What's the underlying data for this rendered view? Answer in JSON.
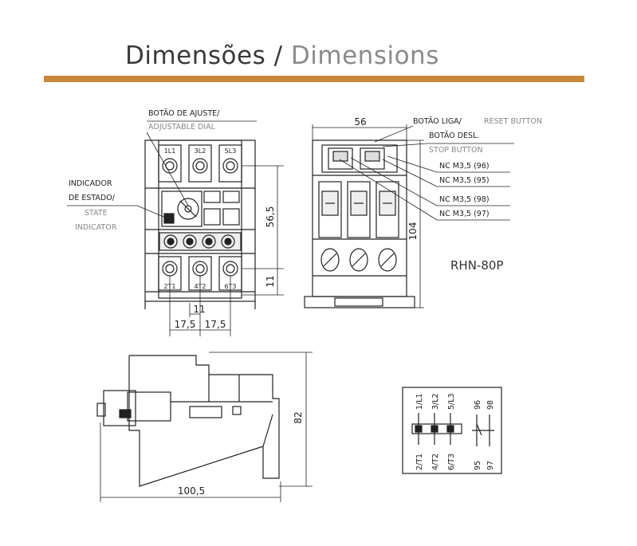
{
  "title": {
    "pt": "Dimensões",
    "separator": "/",
    "en": "Dimensions"
  },
  "colors": {
    "rule": "#c8893a",
    "line": "#222222",
    "label_gray": "#888888"
  },
  "labels": {
    "adjust_pt": "BOTÃO DE AJUSTE/",
    "adjust_en": "ADJUSTABLE DIAL",
    "ind_pt1": "INDICADOR",
    "ind_pt2": "DE ESTADO/",
    "ind_en1": "STATE",
    "ind_en2": "INDICATOR",
    "reset_pt": "BOTÃO LIGA/",
    "reset_en": "RESET BUTTON",
    "stop_pt": "BOTÃO DESL.",
    "stop_en": "STOP BUTTON",
    "nc96": "NC M3,5 (96)",
    "nc95": "NC M3,5 (95)",
    "nc98": "NC M3,5 (98)",
    "nc97": "NC M3,5 (97)",
    "model": "RHN-80P"
  },
  "terminals_top": [
    "1L1",
    "3L2",
    "5L3"
  ],
  "terminals_bottom": [
    "2T1",
    "4T2",
    "6T3"
  ],
  "dimensions": {
    "d56_5": "56,5",
    "d11_v": "11",
    "d11_h": "11",
    "d17_5a": "17,5",
    "d17_5b": "17,5",
    "d56": "56",
    "d104": "104",
    "d82": "82",
    "d100_5": "100,5"
  },
  "schematic": {
    "top": [
      "1/L1",
      "3/L2",
      "5/L3",
      "96",
      "98"
    ],
    "bottom": [
      "2/T1",
      "4/T2",
      "6/T3",
      "95",
      "97"
    ]
  }
}
